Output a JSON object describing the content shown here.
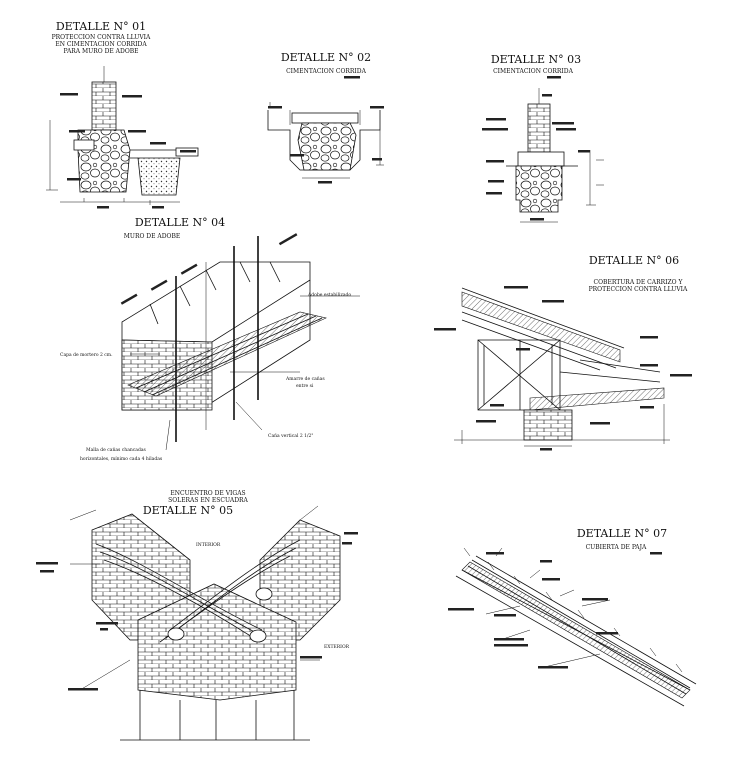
{
  "details": [
    {
      "id": "d01",
      "title": "DETALLE N° 01",
      "subtitles": [
        "PROTECCION CONTRA LLUVIA",
        "EN CIMENTACION CORRIDA",
        "PARA MURO DE ADOBE"
      ]
    },
    {
      "id": "d02",
      "title": "DETALLE N° 02",
      "subtitles": [
        "CIMENTACION CORRIDA"
      ]
    },
    {
      "id": "d03",
      "title": "DETALLE N° 03",
      "subtitles": [
        "CIMENTACION CORRIDA"
      ]
    },
    {
      "id": "d04",
      "title": "DETALLE N° 04",
      "subtitles": [
        "MURO DE ADOBE"
      ],
      "labels": {
        "adobe": "Adobe estabilizado",
        "capa": "Capa de mortero 2 cm.",
        "amarre": "Amarre de cañas",
        "amarre2": "entre si",
        "vertical": "Caña vertical 2 1/2\"",
        "malla": "Malla de cañas chancadas",
        "malla2": "horizontales, mínimo cada 4 hiladas"
      }
    },
    {
      "id": "d06",
      "title": "DETALLE N° 06",
      "subtitles": [
        "COBERTURA DE CARRIZO Y",
        "PROTECCION CONTRA LLUVIA"
      ]
    },
    {
      "id": "d05",
      "title": "DETALLE N° 05",
      "subtitles": [
        "ENCUENTRO DE VIGAS",
        "SOLERAS EN ESCUADRA"
      ],
      "labels": {
        "interior": "INTERIOR",
        "exterior": "EXTERIOR"
      }
    },
    {
      "id": "d07",
      "title": "DETALLE N° 07",
      "subtitles": [
        "CUBIERTA DE PAJA"
      ]
    }
  ]
}
